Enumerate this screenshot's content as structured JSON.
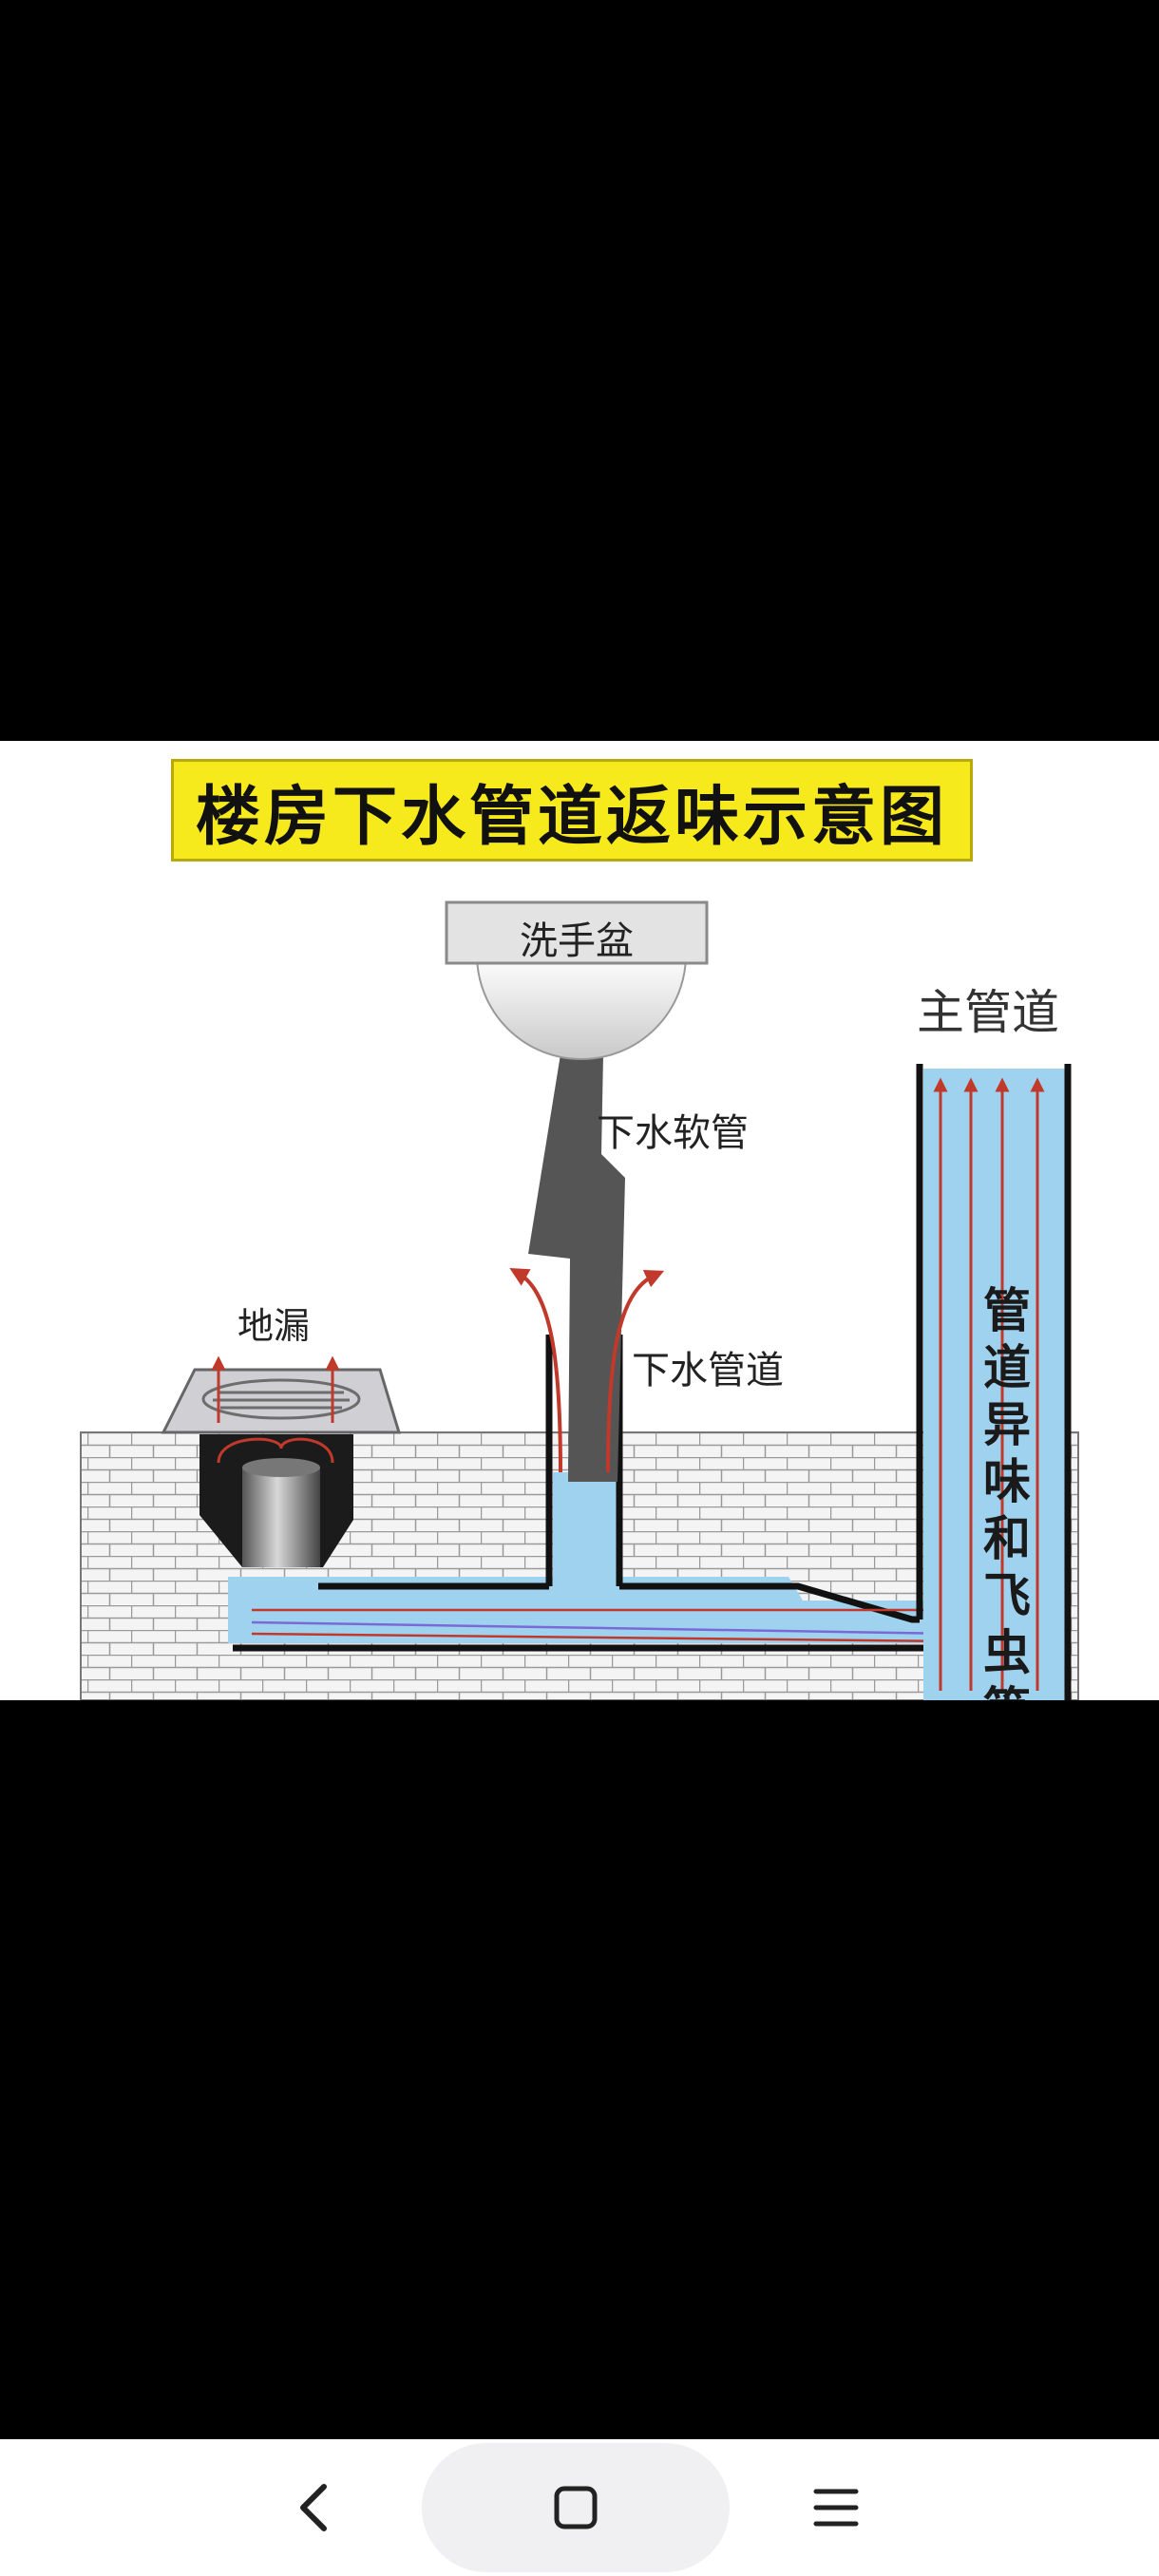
{
  "diagram": {
    "title": "楼房下水管道返味示意图",
    "labels": {
      "basin": "洗手盆",
      "main_pipe": "主管道",
      "hose": "下水软管",
      "floor_drain": "地漏",
      "drain_pipe": "下水管道",
      "odor_vertical": "管道异味和飞虫等"
    },
    "colors": {
      "title_bg": "#f6e91c",
      "water": "#9fd2ef",
      "pipe_wall": "#111111",
      "arrow": "#c0392b",
      "hose": "#555555"
    }
  },
  "navbar": {
    "back_icon": "chevron-left-icon",
    "home_icon": "square-home-icon",
    "menu_icon": "hamburger-menu-icon"
  }
}
